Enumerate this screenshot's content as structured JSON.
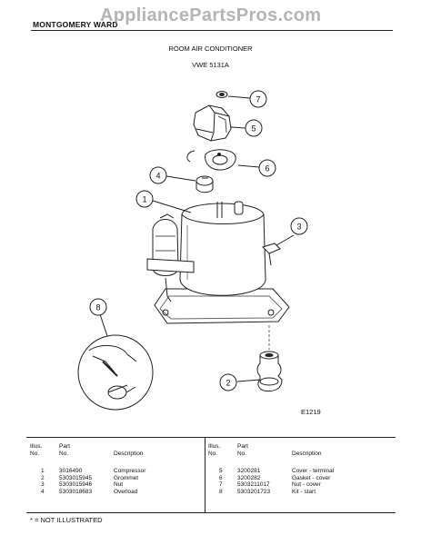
{
  "header": {
    "brand": "MONTGOMERY WARD",
    "watermark": "AppliancePartsPros.com",
    "title": "ROOM AIR CONDITIONER",
    "model": "VWE 5131A"
  },
  "diagram": {
    "figure_code": "E1219",
    "callouts": [
      "1",
      "2",
      "3",
      "4",
      "5",
      "6",
      "7",
      "8"
    ]
  },
  "table": {
    "headers": {
      "illus_top": "Illus.",
      "illus_bottom": "No.",
      "part_top": "Part",
      "part_bottom": "No.",
      "description": "Description"
    },
    "left_rows": [
      {
        "illus": "1",
        "part": "3016490",
        "description": "Compressor"
      },
      {
        "illus": "2",
        "part": "5303015945",
        "description": "Grommet"
      },
      {
        "illus": "3",
        "part": "5303015946",
        "description": "Nut"
      },
      {
        "illus": "4",
        "part": "5303018683",
        "description": "Overload"
      }
    ],
    "right_rows": [
      {
        "illus": "5",
        "part": "3200281",
        "description": "Cover - terminal"
      },
      {
        "illus": "6",
        "part": "3200282",
        "description": "Gasket - cover"
      },
      {
        "illus": "7",
        "part": "5303211017",
        "description": "Nut - cover"
      },
      {
        "illus": "8",
        "part": "5303201723",
        "description": "Kit - start"
      }
    ]
  },
  "footnote": "* = NOT ILLUSTRATED",
  "colors": {
    "ink": "#111111",
    "watermark": "#8a8a8a",
    "background": "#ffffff"
  }
}
